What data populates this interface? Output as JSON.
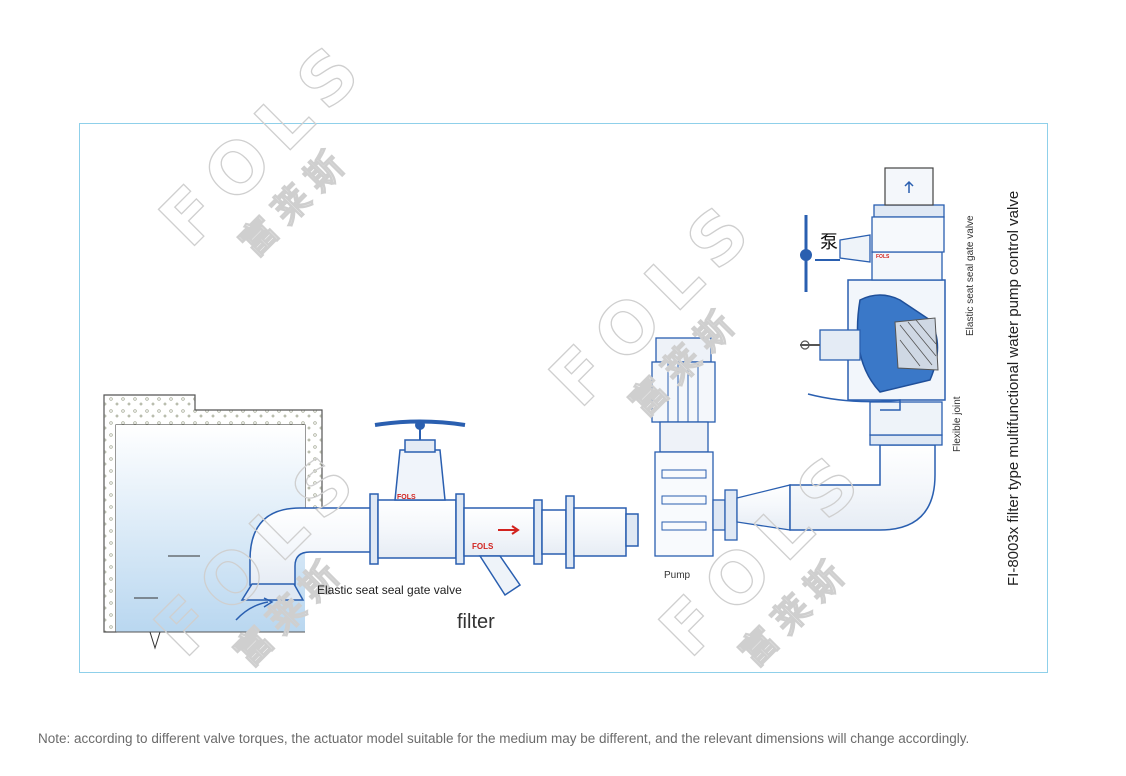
{
  "diagram": {
    "labels": {
      "gate_valve": "Elastic seat seal gate valve",
      "filter": "filter",
      "pump": "Pump",
      "pump_cn": "泵",
      "elastic_vertical": "Elastic seat seal gate valve",
      "flexible_joint": "Flexible joint",
      "main_title": "FI-8003x filter type multifunctional water pump control valve"
    },
    "badges": {
      "gate_valve_badge": "FOLS",
      "filter_badge": "FOLS",
      "top_valve_badge": "FOLS"
    },
    "watermark": {
      "brand": "FOLS",
      "brand_cn": "富莱斯"
    },
    "colors": {
      "pipe_blue": "#2a5fb0",
      "water": "#bcd9f2",
      "frame": "#8fd0ea",
      "badge_red": "#d2231f"
    }
  },
  "footer": {
    "note": "Note: according to different valve torques, the actuator model suitable for the medium may be different, and the relevant dimensions will change accordingly."
  }
}
